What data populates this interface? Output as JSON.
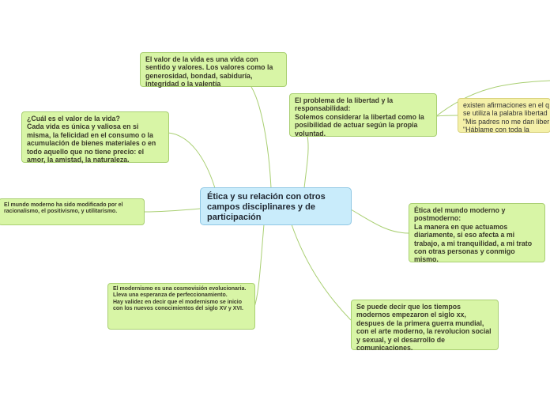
{
  "central": {
    "text": "Ética y su relación con otros campos disciplinares y de participación"
  },
  "nodes": {
    "valor_vida": "El valor de la vida es una vida con sentido y valores. Los valores como la generosidad, bondad, sabiduría, integridad o la valentía",
    "cual_valor": "¿Cuál es el valor de la vida?\nCada vida es única y valiosa en si misma, la felicidad en el consumo o la acumulación de bienes materiales o en todo aquello que no tiene precio: el amor, la amistad, la naturaleza.",
    "mundo_moderno": "El mundo moderno ha sido modificado por el racionalismo, el positivismo, y utilitarismo.",
    "modernismo": "El modernismo es una cosmovisión evolucionaria. Lleva una esperanza de perfeccionamiento.\nHay validez en decir que el modernismo se inicio con los nuevos conocimientos del siglo XV y XVI.",
    "libertad": "El problema de la libertad y la responsabilidad:\nSolemos considerar la libertad como la posibilidad de actuar según la propia voluntad.",
    "afirmaciones": "existen afirmaciones en el q\nse utiliza la palabra libertad\n\"Mis padres no me dan liber\n\"Háblame con toda la liberta",
    "etica_moderno": "Ética del mundo moderno y postmoderno:\nLa manera en que actuamos diariamente, si eso afecta a mi trabajo, a mi tranquilidad, a mi trato con otras personas y conmigo mismo.",
    "tiempos_modernos": "Se puede decir que los tiempos modernos empezaron el siglo xx, despues de la primera guerra mundial, con el arte moderno, la revolucion social y sexual, y el desarrollo de comunicaciones."
  }
}
